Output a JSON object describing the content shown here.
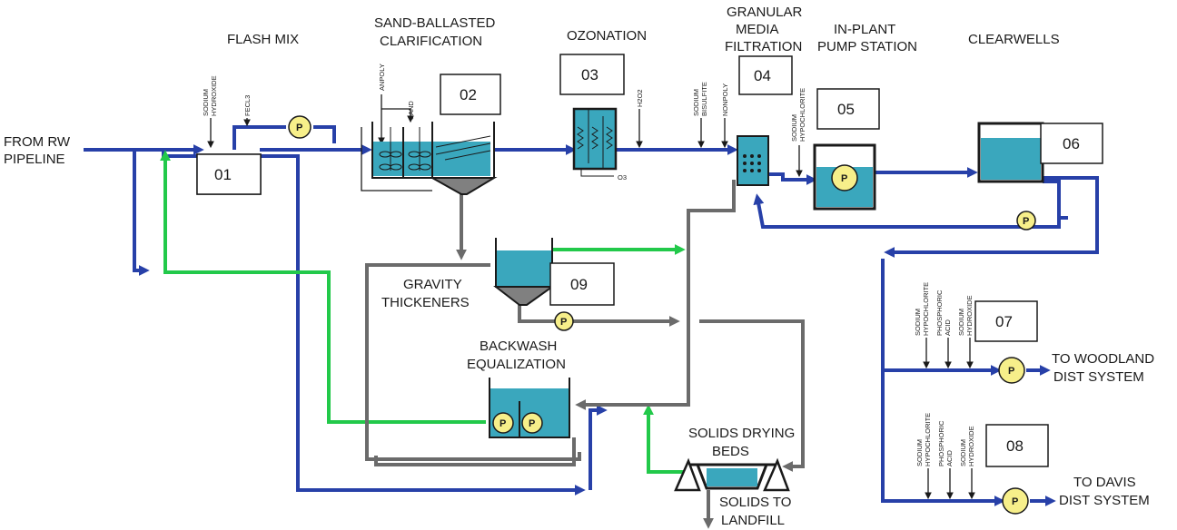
{
  "colors": {
    "raw_water": "#2740a8",
    "recycle": "#22c94a",
    "solids": "#6b6b6b",
    "water": "#3aa7bd",
    "pump": "#f7ef8a"
  },
  "labels": {
    "from_rw_1": "FROM RW",
    "from_rw_2": "PIPELINE",
    "flash_mix": "FLASH MIX",
    "sand_1": "SAND-BALLASTED",
    "sand_2": "CLARIFICATION",
    "ozonation": "OZONATION",
    "gran_1": "GRANULAR",
    "gran_2": "MEDIA",
    "gran_3": "FILTRATION",
    "pump_1": "IN-PLANT",
    "pump_2": "PUMP STATION",
    "clearwells": "CLEARWELLS",
    "grav_1": "GRAVITY",
    "grav_2": "THICKENERS",
    "bw_1": "BACKWASH",
    "bw_2": "EQUALIZATION",
    "dry_1": "SOLIDS DRYING",
    "dry_2": "BEDS",
    "landfill_1": "SOLIDS TO",
    "landfill_2": "LANDFILL",
    "woodland_1": "TO WOODLAND",
    "woodland_2": "DIST SYSTEM",
    "davis_1": "TO DAVIS",
    "davis_2": "DIST SYSTEM",
    "o3": "O3"
  },
  "units": {
    "u01": "01",
    "u02": "02",
    "u03": "03",
    "u04": "04",
    "u05": "05",
    "u06": "06",
    "u07": "07",
    "u08": "08",
    "u09": "09"
  },
  "chemicals": {
    "flash_naoh_1": "SODIUM",
    "flash_naoh_2": "HYDROXIDE",
    "fecl3": "FECL3",
    "anpoly": "ANPOLY",
    "sand": "SAND",
    "h2o2": "H2O2",
    "bisulfite_1": "SODIUM",
    "bisulfite_2": "BISULFITE",
    "nonpoly": "NONPOLY",
    "hypo_1": "SODIUM",
    "hypo_2": "HYPOCHLORITE",
    "w_hypo_1": "SODIUM",
    "w_hypo_2": "HYPOCHLORITE",
    "w_phos_1": "PHOSPHORIC",
    "w_phos_2": "ACID",
    "w_naoh_1": "SODIUM",
    "w_naoh_2": "HYDROXIDE",
    "d_hypo_1": "SODIUM",
    "d_hypo_2": "HYPOCHLORITE",
    "d_phos_1": "PHOSPHORIC",
    "d_phos_2": "ACID",
    "d_naoh_1": "SODIUM",
    "d_naoh_2": "HYDROXIDE"
  },
  "pump_label": "P"
}
